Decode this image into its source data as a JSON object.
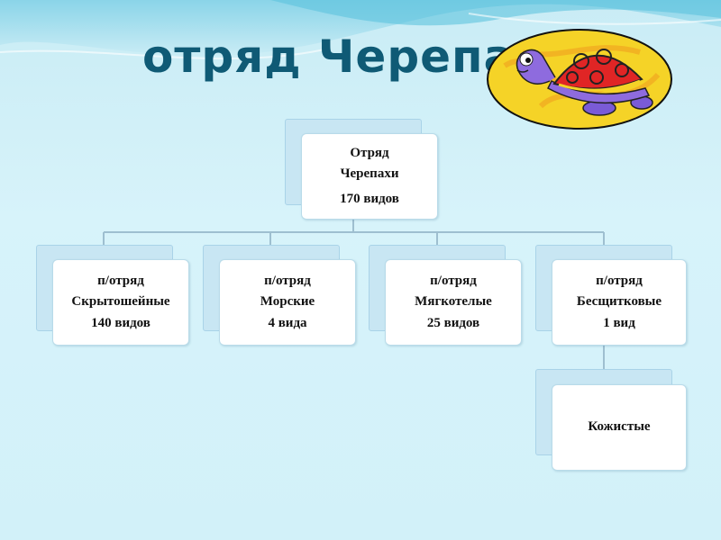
{
  "title": "отряд Черепахи",
  "root": {
    "line1": "Отряд",
    "line2": "Черепахи",
    "line3": "170 видов"
  },
  "suborders": [
    {
      "line1": "п/отряд",
      "line2": "Скрытошейные",
      "line3": "140 видов"
    },
    {
      "line1": "п/отряд",
      "line2": "Морские",
      "line3": "4 вида"
    },
    {
      "line1": "п/отряд",
      "line2": "Мягкотелые",
      "line3": "25 видов"
    },
    {
      "line1": "п/отряд",
      "line2": "Бесщитковые",
      "line3": "1 вид"
    }
  ],
  "child": {
    "label": "Кожистые"
  },
  "colors": {
    "title": "#0f5a75",
    "connector": "#9ebfd0",
    "card_back": "#c8e6f3"
  }
}
